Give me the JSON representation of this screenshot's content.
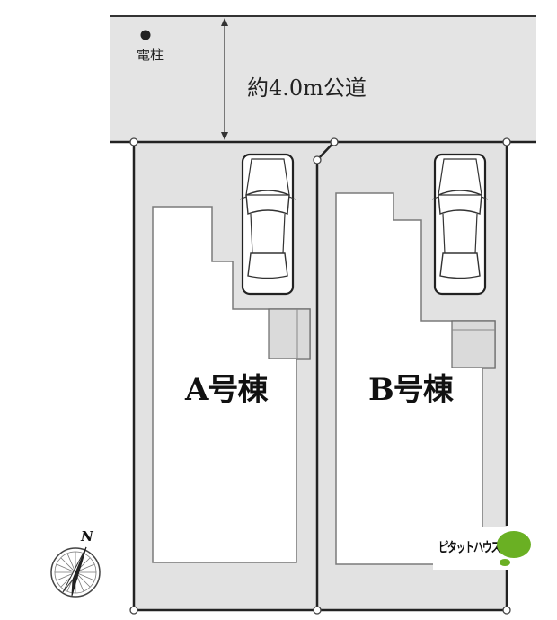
{
  "road": {
    "label": "約4.0m公道",
    "pole_label": "電柱"
  },
  "buildings": [
    {
      "id": "A",
      "label": "A号棟"
    },
    {
      "id": "B",
      "label": "B号棟"
    }
  ],
  "compass": {
    "label": "N"
  },
  "logo": {
    "text": "ピタットハウス",
    "color": "#6ab023"
  },
  "colors": {
    "lot_fill": "#e2e2e2",
    "building_fill": "#ffffff",
    "boundary": "#222222",
    "building_outline": "#7a7a7a"
  }
}
